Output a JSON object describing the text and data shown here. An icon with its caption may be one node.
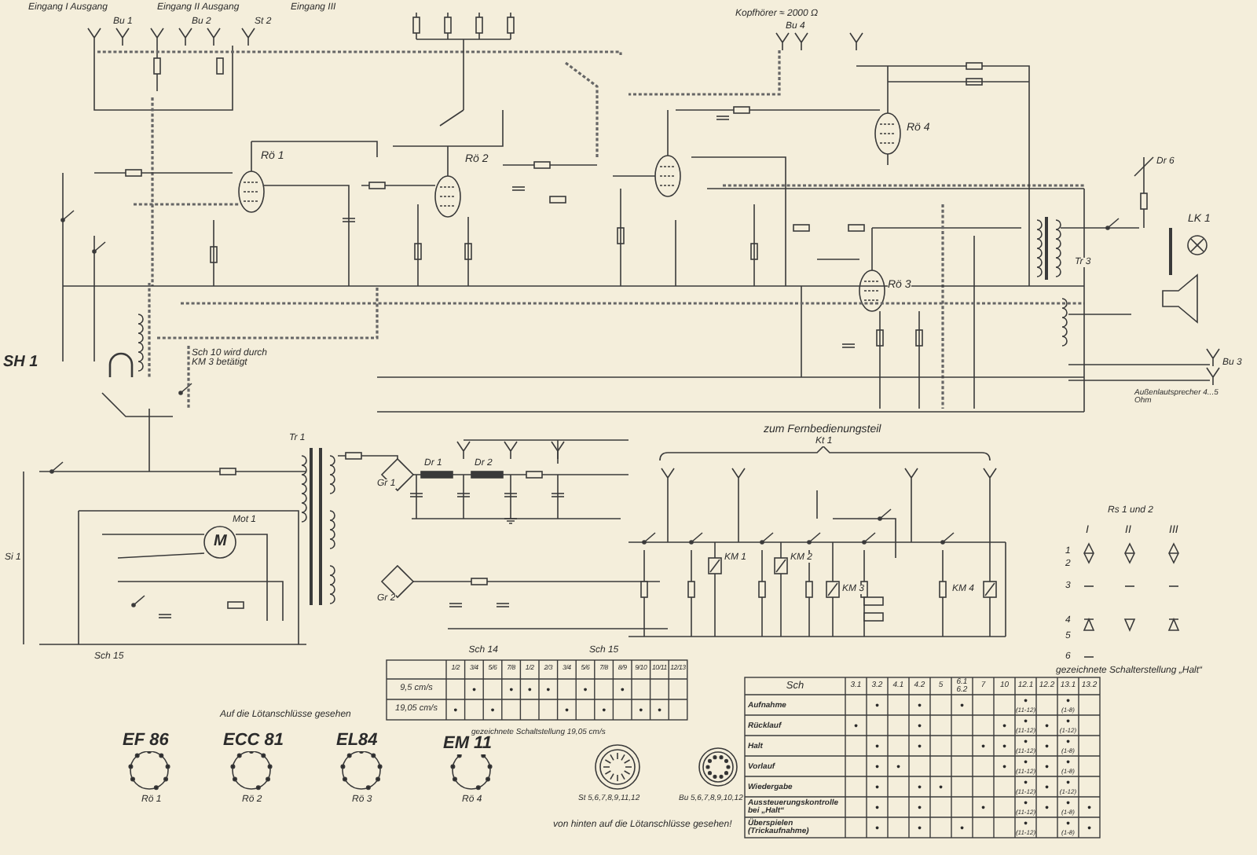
{
  "diagram": {
    "labels": [
      "Eingang I Ausgang",
      "Eingang II Ausgang",
      "Eingang III",
      "Bu 1",
      "Bu 2",
      "St 2",
      "Rö 1",
      "Rö 2",
      "Kopfhörer ≈ 2000 Ω",
      "Bu 4",
      "Rö 4",
      "Rö 3",
      "Dr 6",
      "LK 1",
      "Tr 3",
      "Außenlautsprecher 4...5 Ohm",
      "Bu 3",
      "SH 1",
      "Sch 10 wird durch KM 3 betätigt",
      "Tr 1",
      "Gr 1",
      "Gr 2",
      "Dr 1",
      "Dr 2",
      "M",
      "Mot 1",
      "Si 1",
      "Sch 15",
      "zum Fernbedienungsteil",
      "Kt 1",
      "KM 1",
      "KM 2",
      "KM 3",
      "KM 4",
      "Rs 1 und 2",
      "I",
      "II",
      "III",
      "1",
      "2",
      "3",
      "4",
      "5",
      "6",
      "gezeichnete Schalterstellung „Halt“",
      "Auf die Lötanschlüsse gesehen",
      "gezeichnete Schaltstellung 19,05 cm/s",
      "EF 86",
      "Rö 1",
      "ECC 81",
      "Rö 2",
      "EL84",
      "Rö 3",
      "EM 11",
      "Rö 4",
      "St 5,6,7,8,9,11,12",
      "Bu 5,6,7,8,9,10,12",
      "von hinten auf die Lötanschlüsse gesehen!",
      "Sch 14",
      "Sch 15",
      "1/2",
      "3/4",
      "5/6",
      "7/8",
      "1/2",
      "2/3",
      "3/4",
      "5/6",
      "7/8",
      "8/9",
      "9/10",
      "10/11",
      "12/13",
      "9,5 cm/s",
      "•",
      "•",
      "•",
      "•",
      "•",
      "•",
      "19,05 cm/s",
      "•",
      "•",
      "•",
      "•",
      "•",
      "•",
      "Sch",
      "3.1",
      "3.2",
      "4.1",
      "4.2",
      "5",
      "6.1 6.2",
      "7",
      "10",
      "12.1",
      "12.2",
      "13.1",
      "13.2",
      "Aufnahme",
      "•",
      "•",
      "•",
      "•",
      "(11-12)",
      "•",
      "(1-8)",
      "Rücklauf",
      "•",
      "•",
      "•",
      "•",
      "(11-12)",
      "•",
      "•",
      "(1-12)",
      "Halt",
      "•",
      "•",
      "•",
      "•",
      "•",
      "(11-12)",
      "•",
      "•",
      "(1-8)",
      "Vorlauf",
      "•",
      "•",
      "•",
      "•",
      "(11-12)",
      "•",
      "•",
      "(1-8)",
      "Wiedergabe",
      "•",
      "•",
      "•",
      "•",
      "(11-12)",
      "•",
      "•",
      "(1-12)",
      "Aussteuerungskontrolle bei „Halt“",
      "•",
      "•",
      "•",
      "•",
      "(11-12)",
      "•",
      "•",
      "(1-8)",
      "•",
      "Überspielen (Trickaufnahme)",
      "•",
      "•",
      "•",
      "•",
      "(11-12)",
      "•",
      "(1-8)",
      "•"
    ]
  }
}
